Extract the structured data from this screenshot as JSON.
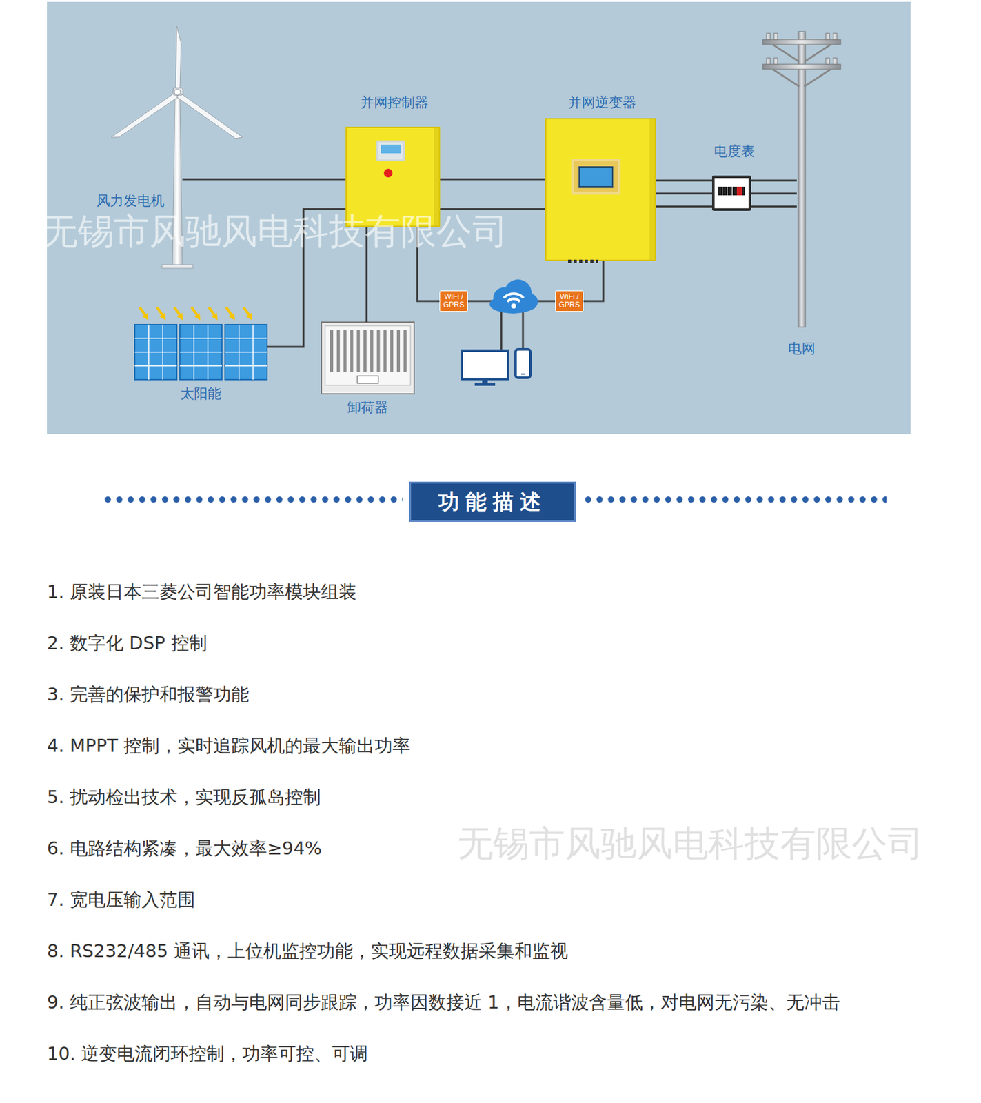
{
  "diagram": {
    "title": "功能描述",
    "nodes": [
      {
        "text": [
          "并网控制器"
        ]
      },
      {
        "text": [
          "并网逆变器"
        ]
      },
      {
        "text": [
          "电度表"
        ]
      },
      {
        "text": [
          "风力发电机"
        ]
      },
      {
        "text": [
          "WiFi / GPRS"
        ]
      },
      {
        "text": [
          "WiFi / GPRS"
        ]
      },
      {
        "text": [
          "太阳能"
        ]
      },
      {
        "text": [
          "卸荷器"
        ]
      },
      {
        "text": [
          "电网"
        ]
      }
    ],
    "edges": [
      {
        "from": 3,
        "to": 0,
        "arrow": "none"
      },
      {
        "from": 6,
        "to": 0,
        "arrow": "none"
      },
      {
        "from": 0,
        "to": 1,
        "arrow": "none"
      },
      {
        "from": 0,
        "to": 7,
        "arrow": "none"
      },
      {
        "from": 0,
        "to": 4,
        "arrow": "none"
      },
      {
        "from": 1,
        "to": 5,
        "arrow": "none"
      },
      {
        "from": 1,
        "to": 2,
        "arrow": "none"
      },
      {
        "from": 2,
        "to": 8,
        "arrow": "none"
      }
    ],
    "labels": [
      "无锡市风驰风电科技有限公司",
      "1. 原装日本三菱公司智能功率模块组装",
      "2. 数字化 DSP 控制",
      "3. 完善的保护和报警功能",
      "4. MPPT 控制，实时追踪风机的最大输出功率",
      "5. 扰动检出技术，实现反孤岛控制",
      "6. 电路结构紧凑，最大效率≥94%",
      "7. 宽电压输入范围",
      "8. RS232/485 通讯，上位机监控功能，实现远程数据采集和监视",
      "9. 纯正弦波输出，自动与电网同步跟踪，功率因数接近 1，电流谐波含量低，对电网无污染、无冲击",
      "10. 逆变电流闭环控制，功率可控、可调",
      "无锡市风驰风电科技有限公司"
    ]
  }
}
